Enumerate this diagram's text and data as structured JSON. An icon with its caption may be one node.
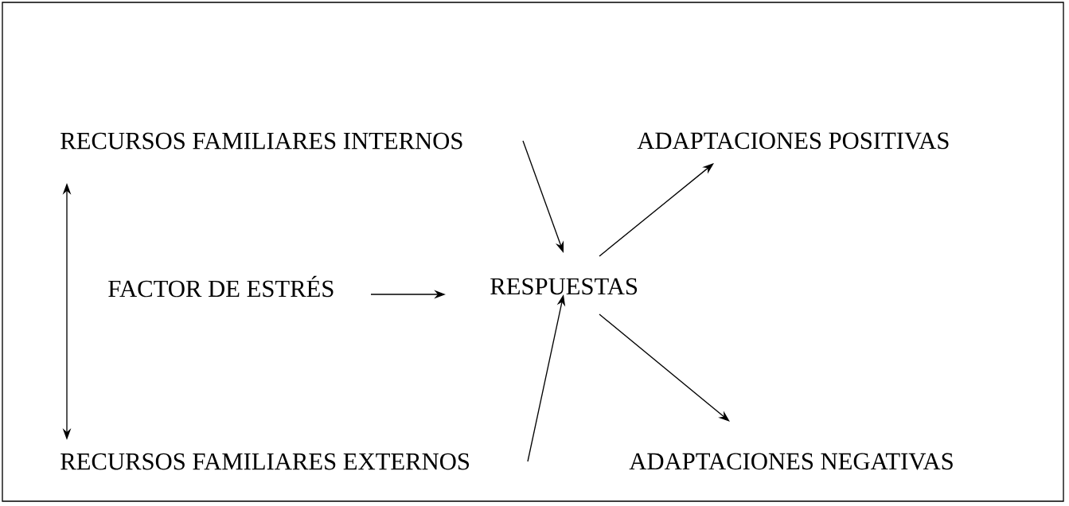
{
  "diagram": {
    "nodes": [
      {
        "text": [
          "RECURSOS FAMILIARES INTERNOS"
        ]
      },
      {
        "text": [
          "ADAPTACIONES POSITIVAS"
        ]
      },
      {
        "text": [
          "FACTOR DE ESTRÉS"
        ]
      },
      {
        "text": [
          "RESPUESTAS"
        ]
      },
      {
        "text": [
          "RECURSOS FAMILIARES EXTERNOS"
        ]
      },
      {
        "text": [
          "ADAPTACIONES NEGATIVAS"
        ]
      }
    ],
    "edges": [
      {
        "from": 0,
        "to": 3,
        "arrow": "to"
      },
      {
        "from": 4,
        "to": 3,
        "arrow": "to"
      },
      {
        "from": 2,
        "to": 3,
        "arrow": "to"
      },
      {
        "from": 3,
        "to": 1,
        "arrow": "to"
      },
      {
        "from": 3,
        "to": 5,
        "arrow": "to"
      },
      {
        "from": 0,
        "to": 4,
        "arrow": "both"
      }
    ]
  }
}
